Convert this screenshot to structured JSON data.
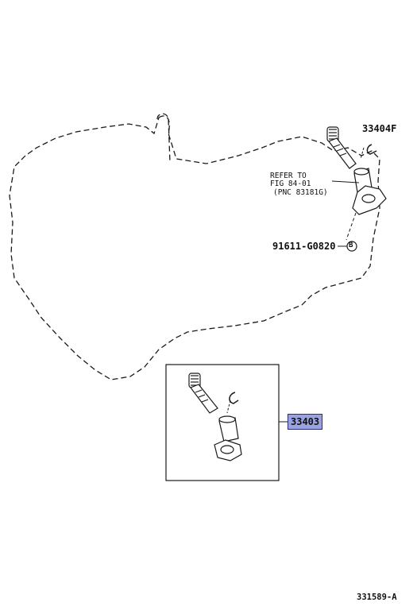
{
  "parts": {
    "gear_main": "33404F",
    "refer_line1": "REFER TO",
    "refer_line2": "FIG  84-01",
    "refer_line3": "(PNC 83181G)",
    "bolt": "91611-G0820",
    "bolt_marker": "B",
    "kit": "33403"
  },
  "footer": {
    "code": "331589-A"
  },
  "colors": {
    "highlight": "#9aa3e0",
    "line": "#1a1a1a"
  }
}
